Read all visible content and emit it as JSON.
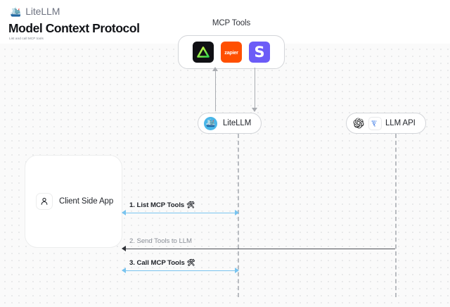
{
  "header": {
    "brand_emoji": "🛳️",
    "brand_name": "LiteLLM",
    "title": "Model Context Protocol",
    "subtitle": "List and call MCP tools"
  },
  "diagram": {
    "mcp_group": {
      "label": "MCP Tools",
      "tools": [
        {
          "name": "mintlify",
          "glyph": "",
          "bg": "#101014"
        },
        {
          "name": "zapier",
          "glyph": "zapier",
          "bg": "#ff4f00"
        },
        {
          "name": "supabase",
          "glyph": "S",
          "bg": "#6c5cf7"
        }
      ]
    },
    "nodes": [
      {
        "id": "litellm",
        "label": "LiteLLM",
        "avatar_emoji": "🛳️"
      },
      {
        "id": "llmapi",
        "label": "LLM API"
      }
    ],
    "client": {
      "label": "Client Side App",
      "icon": "person-icon"
    },
    "messages": [
      {
        "id": "1",
        "caption": "1. List MCP Tools",
        "emoji": "🛠",
        "color": "#79c4ef",
        "direction": "bidirectional"
      },
      {
        "id": "2",
        "caption": "2. Send Tools to LLM",
        "emoji": "",
        "color": "#4e5157",
        "direction": "left"
      },
      {
        "id": "3",
        "caption": "3. Call MCP Tools",
        "emoji": "🛠",
        "color": "#79c4ef",
        "direction": "bidirectional"
      }
    ]
  }
}
